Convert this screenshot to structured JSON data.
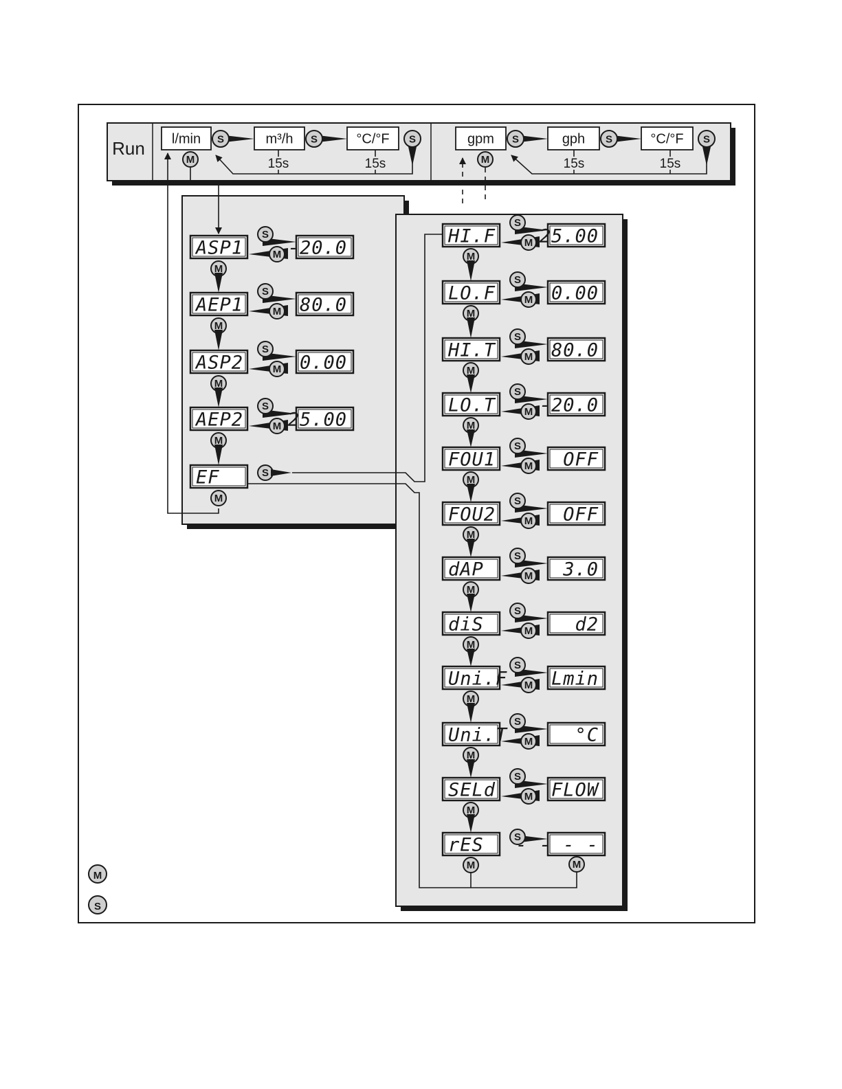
{
  "run_label": "Run",
  "buttons": {
    "mode": "M",
    "set": "S"
  },
  "run_bar": {
    "metric": {
      "units": [
        "l/min",
        "m³/h",
        "°C/°F"
      ],
      "timeouts": [
        "15s",
        "15s"
      ]
    },
    "imperial": {
      "units": [
        "gpm",
        "gph",
        "°C/°F"
      ],
      "timeouts": [
        "15s",
        "15s"
      ]
    }
  },
  "menu_left": [
    {
      "code": "ASP1",
      "value": "-20.0"
    },
    {
      "code": "AEP1",
      "value": "80.0"
    },
    {
      "code": "ASP2",
      "value": "0.00"
    },
    {
      "code": "AEP2",
      "value": "25.00"
    },
    {
      "code": "EF"
    }
  ],
  "menu_right": [
    {
      "code": "HI.F",
      "value": "25.00"
    },
    {
      "code": "LO.F",
      "value": "0.00"
    },
    {
      "code": "HI.T",
      "value": "80.0"
    },
    {
      "code": "LO.T",
      "value": "-20.0"
    },
    {
      "code": "FOU1",
      "value": "OFF"
    },
    {
      "code": "FOU2",
      "value": "OFF"
    },
    {
      "code": "dAP",
      "value": "3.0"
    },
    {
      "code": "diS",
      "value": "d2"
    },
    {
      "code": "Uni.F",
      "value": "Lmin"
    },
    {
      "code": "Uni.T",
      "value": "°C"
    },
    {
      "code": "SELd",
      "value": "FLOW"
    },
    {
      "code": "rES",
      "value": "- - - -"
    }
  ]
}
